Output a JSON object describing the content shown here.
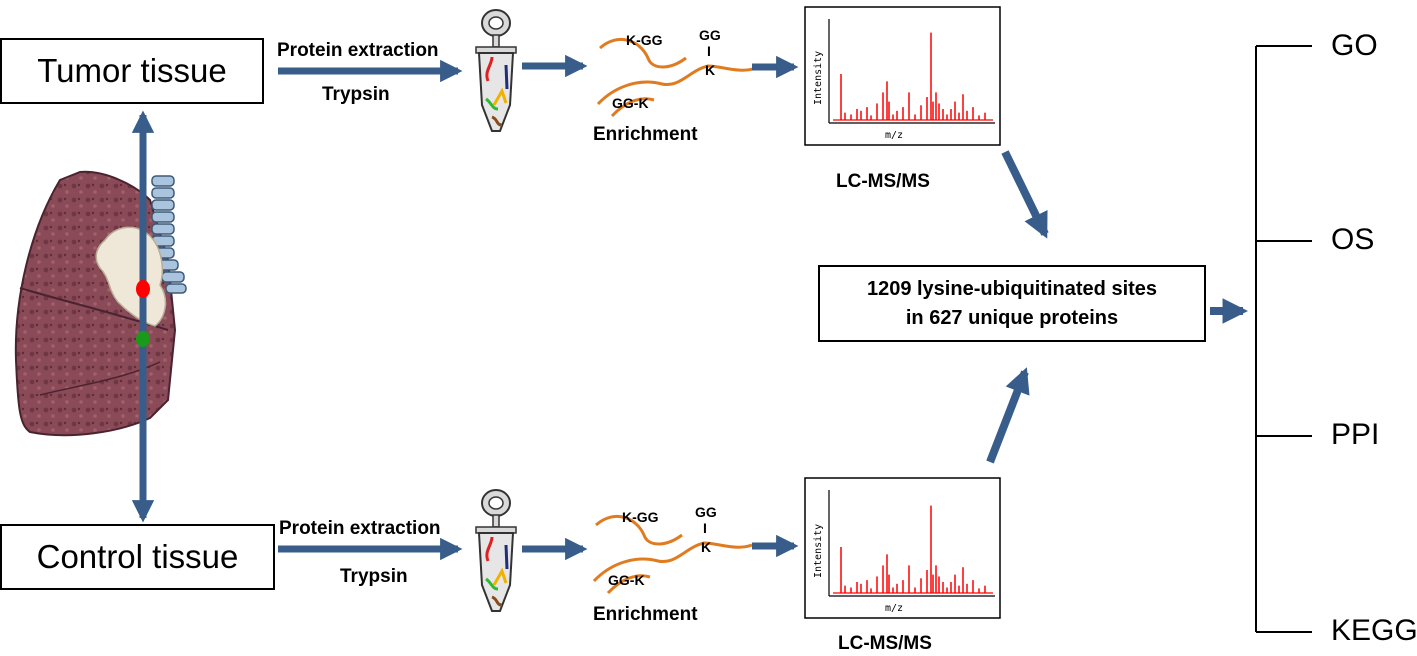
{
  "tissues": {
    "tumor": "Tumor tissue",
    "control": "Control  tissue"
  },
  "steps": {
    "extraction": "Protein extraction",
    "digestion": "Trypsin",
    "enrichment": "Enrichment",
    "ms": "LC-MS/MS"
  },
  "peptide_labels": {
    "kgg": "K-GG",
    "ggk": "GG-K",
    "gg": "GG",
    "bond": "I",
    "k": "K"
  },
  "spectrum": {
    "ylabel": "Intensity",
    "xlabel": "m/z"
  },
  "result": "1209 lysine-ubiquitinated sites\nin 627 unique proteins",
  "analyses": [
    "GO",
    "OS",
    "PPI",
    "KEGG"
  ],
  "colors": {
    "arrow": "#385d8a",
    "lung": "#8a4a58",
    "tumor_marker": "#ff0000",
    "control_marker": "#1a9a1a",
    "peptide": "#e07b20",
    "spectrum": "#ff0000"
  }
}
